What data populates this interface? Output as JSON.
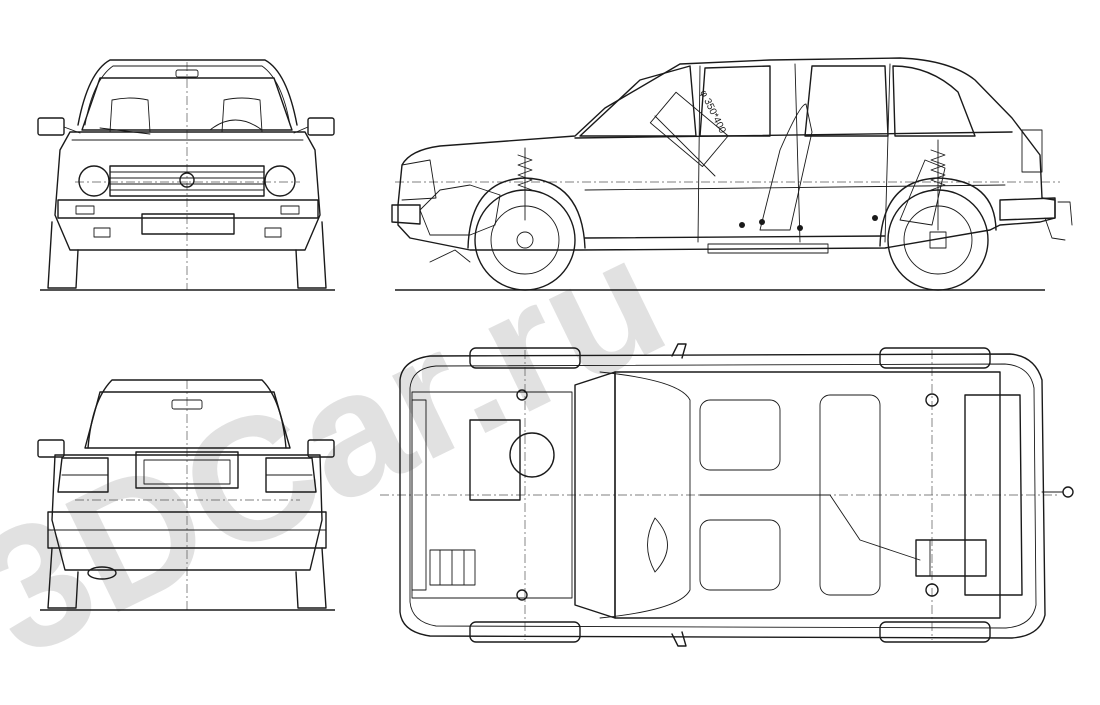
{
  "drawing": {
    "type": "vehicle blueprint",
    "views": [
      "front",
      "side",
      "rear",
      "top"
    ],
    "annotation": "φ 350*400"
  },
  "watermark": {
    "text": "3DCar.ru",
    "color": "#c9c9c9"
  },
  "colors": {
    "line": "#1a1a1a",
    "paper": "#ffffff"
  }
}
